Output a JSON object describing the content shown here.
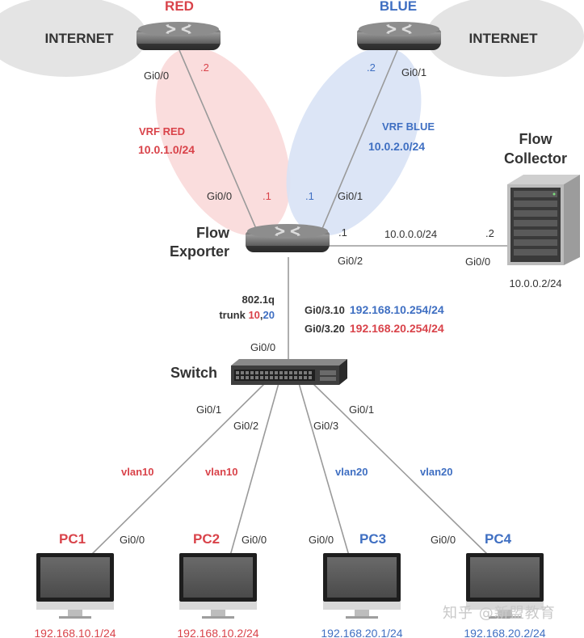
{
  "colors": {
    "red": "#d9434a",
    "blue": "#3f6fc2",
    "text": "#333333",
    "line": "#9a9a9a",
    "red_zone": "#f9d9d9",
    "blue_zone": "#d8e2f5",
    "cloud": "#e4e4e4"
  },
  "clouds": {
    "left_label": "INTERNET",
    "right_label": "INTERNET"
  },
  "routers": {
    "red": {
      "name": "RED",
      "icon": "router-icon",
      "port": "Gi0/0",
      "ip": ".2"
    },
    "blue": {
      "name": "BLUE",
      "icon": "router-icon",
      "port": "Gi0/1",
      "ip": ".2"
    },
    "exporter": {
      "name_line1": "Flow",
      "name_line2": "Exporter",
      "icon": "router-icon",
      "red_port": "Gi0/0",
      "red_ip": ".1",
      "blue_port": "Gi0/1",
      "blue_ip": ".1",
      "collector_ip": ".1",
      "collector_port": "Gi0/2"
    }
  },
  "vrfs": {
    "red": {
      "name": "VRF RED",
      "subnet": "10.0.1.0/24"
    },
    "blue": {
      "name": "VRF BLUE",
      "subnet": "10.0.2.0/24"
    }
  },
  "collector": {
    "name_line1": "Flow",
    "name_line2": "Collector",
    "icon": "server-icon",
    "link_subnet": "10.0.0.0/24",
    "ip": ".2",
    "port": "Gi0/0",
    "address": "10.0.0.2/24"
  },
  "trunk": {
    "line1": "802.1q",
    "line2_prefix": "trunk ",
    "vlan_red": "10",
    "separator": ",",
    "vlan_blue": "20",
    "sub1_port": "Gi0/3.10",
    "sub1_ip": "192.168.10.254/24",
    "sub2_port": "Gi0/3.20",
    "sub2_ip": "192.168.20.254/24"
  },
  "switch": {
    "name": "Switch",
    "icon": "switch-icon",
    "uplink_port": "Gi0/0"
  },
  "pcs": [
    {
      "name": "PC1",
      "icon": "monitor-icon",
      "switch_port": "Gi0/1",
      "pc_port": "Gi0/0",
      "vlan": "vlan10",
      "ip": "192.168.10.1/24",
      "color": "red"
    },
    {
      "name": "PC2",
      "icon": "monitor-icon",
      "switch_port": "Gi0/2",
      "pc_port": "Gi0/0",
      "vlan": "vlan10",
      "ip": "192.168.10.2/24",
      "color": "red"
    },
    {
      "name": "PC3",
      "icon": "monitor-icon",
      "switch_port": "Gi0/3",
      "pc_port": "Gi0/0",
      "vlan": "vlan20",
      "ip": "192.168.20.1/24",
      "color": "blue"
    },
    {
      "name": "PC4",
      "icon": "monitor-icon",
      "switch_port": "Gi0/1",
      "pc_port": "Gi0/0",
      "vlan": "vlan20",
      "ip": "192.168.20.2/24",
      "color": "blue"
    }
  ],
  "watermark": "知乎 @新盟教育"
}
